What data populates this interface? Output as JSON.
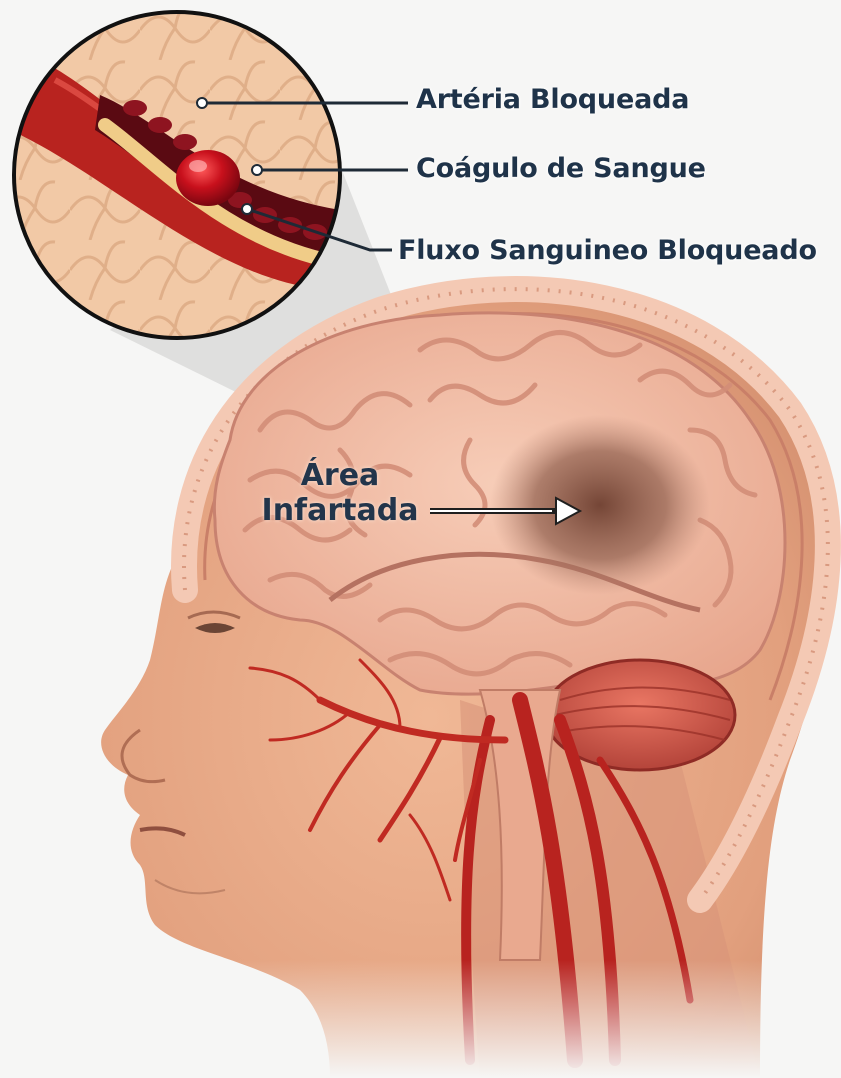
{
  "labels": {
    "blocked_artery": "Artéria Bloqueada",
    "blood_clot": "Coágulo de Sangue",
    "blocked_flow": "Fluxo Sanguineo Bloqueado",
    "infarct_line1": "Área",
    "infarct_line2": "Infartada"
  },
  "colors": {
    "label_text": "#1f3349",
    "artery": "#b8231f",
    "clot": "#c8101c",
    "brain_tissue": "#f2b9a2",
    "infarct_zone": "#a37462",
    "skin": "#e8a887",
    "background": "#f6f6f5"
  },
  "icons": {
    "infarct_arrow": "arrow-right-icon",
    "magnifier": "zoom-inset-circle"
  }
}
